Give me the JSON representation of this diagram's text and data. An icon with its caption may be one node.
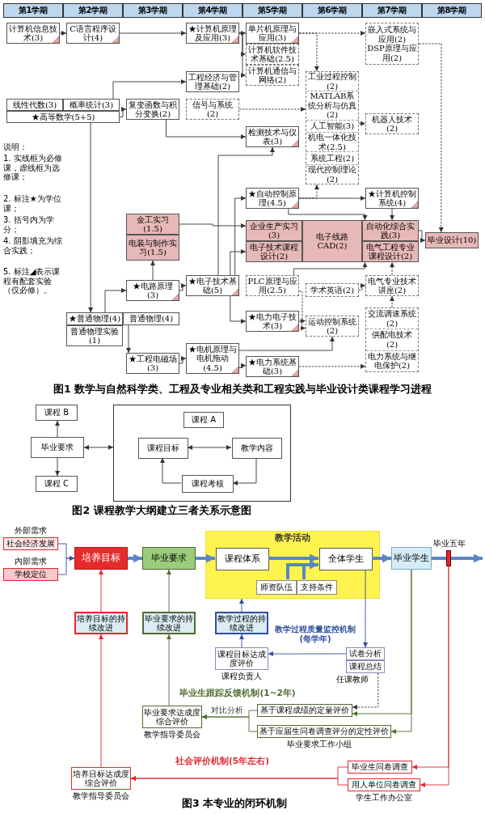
{
  "diagram": {
    "nodes": [
      {
        "text": [
          "第1学期"
        ]
      },
      {
        "text": [
          "第2学期"
        ]
      },
      {
        "text": [
          "第3学期"
        ]
      },
      {
        "text": [
          "第4学期"
        ]
      },
      {
        "text": [
          "第5学期"
        ]
      },
      {
        "text": [
          "第6学期"
        ]
      },
      {
        "text": [
          "第7学期"
        ]
      },
      {
        "text": [
          "第8学期"
        ]
      },
      {
        "text": [
          "计算机信息技术(3)"
        ]
      },
      {
        "text": [
          "C语言程序设计(4)"
        ]
      },
      {
        "text": [
          "★计算机原理及应用(3)"
        ]
      },
      {
        "text": [
          "单片机原理与应用(3)"
        ]
      },
      {
        "text": [
          "计算机软件技术基础(2.5)"
        ]
      },
      {
        "text": [
          "计算机通信与网络(2)"
        ]
      },
      {
        "text": [
          "嵌入式系统与应用(2)",
          "DSP原理与应用(2)"
        ]
      },
      {
        "text": [
          "工程经济与管理基础(2)"
        ]
      },
      {
        "text": [
          "线性代数(3)"
        ]
      },
      {
        "text": [
          "概率统计(3)"
        ]
      },
      {
        "text": [
          "★高等数学(5+5)"
        ]
      },
      {
        "text": [
          "复变函数与积分变换(2)"
        ]
      },
      {
        "text": [
          "信号与系统(2)"
        ]
      },
      {
        "text": [
          "工业过程控制(2)",
          "MATLAB系统分析与仿真(2)",
          "人工智能(3)",
          "机电一体化技术(2.5)",
          "系统工程(2)",
          "现代控制理论(2)"
        ]
      },
      {
        "text": [
          "机器人技术(2)"
        ]
      },
      {
        "text": [
          "检测技术与仪表(3)"
        ]
      },
      {
        "text": [
          "★自动控制原理(4.5)"
        ]
      },
      {
        "text": [
          "★计算机控制系统(4)"
        ]
      },
      {
        "text": [
          "金工实习(1.5)"
        ]
      },
      {
        "text": [
          "电装与制作实习(1.5)"
        ]
      },
      {
        "text": [
          "企业生产实习(3)"
        ]
      },
      {
        "text": [
          "电子技术课程设计(2)"
        ]
      },
      {
        "text": [
          "电子线路CAD(2)"
        ]
      },
      {
        "text": [
          "自动化综合实践(3)"
        ]
      },
      {
        "text": [
          "电气工程专业课程设计(2)"
        ]
      },
      {
        "text": [
          "毕业设计(10)"
        ]
      },
      {
        "text": [
          "★电子技术基础(5)"
        ]
      },
      {
        "text": [
          "PLC原理与应用(2.5)"
        ]
      },
      {
        "text": [
          "学术英语(2)"
        ]
      },
      {
        "text": [
          "电气专业技术讲座(2)"
        ]
      },
      {
        "text": [
          "★电路原理(3)"
        ]
      },
      {
        "text": [
          "★普通物理(4)"
        ]
      },
      {
        "text": [
          "普通物理(4)"
        ]
      },
      {
        "text": [
          "普通物理实验(1)"
        ]
      },
      {
        "text": [
          "★电力电子技术(3)"
        ]
      },
      {
        "text": [
          "运动控制系统(2)"
        ]
      },
      {
        "text": [
          "交流调速系统(2)",
          "供配电技术(2)",
          "电力系统与继电保护(2)"
        ]
      },
      {
        "text": [
          "★工程电磁场(3)"
        ]
      },
      {
        "text": [
          "★电机原理与电机拖动(4.5)"
        ]
      },
      {
        "text": [
          "★电力系统基础(3)"
        ]
      },
      {
        "text": [
          "课程 B"
        ]
      },
      {
        "text": [
          "毕业要求"
        ]
      },
      {
        "text": [
          "课程 C"
        ]
      },
      {
        "text": [],
        "shape": "box"
      },
      {
        "text": [
          "课程 A"
        ],
        "in": 51
      },
      {
        "text": [
          "课程目标"
        ],
        "in": 51
      },
      {
        "text": [
          "教学内容"
        ],
        "in": 51
      },
      {
        "text": [
          "课程考核"
        ],
        "in": 51
      },
      {
        "text": [
          "社会经济发展"
        ],
        "beside": [
          "外部需求"
        ]
      },
      {
        "text": [
          "学校定位"
        ],
        "beside": [
          "内部需求"
        ]
      },
      {
        "text": [
          "培养目标"
        ]
      },
      {
        "text": [
          "毕业要求"
        ]
      },
      {
        "text": [
          "教学活动"
        ]
      },
      {
        "text": [
          "课程体系"
        ],
        "in": 60
      },
      {
        "text": [
          "全体学生"
        ],
        "in": 60
      },
      {
        "text": [
          "师资队伍"
        ],
        "in": 60
      },
      {
        "text": [
          "支持条件"
        ],
        "in": 60
      },
      {
        "text": [
          "毕业学生"
        ]
      },
      {
        "text": [],
        "shape": "bar",
        "beside": [
          "毕业五年"
        ]
      },
      {
        "text": [
          "培养目标的持续改进"
        ]
      },
      {
        "text": [
          "毕业要求的持续改进"
        ]
      },
      {
        "text": [
          "教学过程的持续改进"
        ]
      },
      {
        "text": [
          "课程目标达成度评价"
        ],
        "beside": [
          "课程负责人"
        ]
      },
      {
        "text": [
          "试卷分析"
        ]
      },
      {
        "text": [
          "课程总结"
        ],
        "beside": [
          "任课教师"
        ]
      },
      {
        "text": [
          "基于课程成绩的定量评价"
        ]
      },
      {
        "text": [
          "基于应届生问卷调查评分的定性评价"
        ],
        "beside": [
          "毕业要求工作小组"
        ]
      },
      {
        "text": [
          "毕业要求达成度综合评价"
        ],
        "beside": [
          "教学指导委员会"
        ]
      },
      {
        "text": [
          "毕业生问卷调查"
        ]
      },
      {
        "text": [
          "用人单位问卷调查"
        ],
        "beside": [
          "学生工作办公室"
        ]
      },
      {
        "text": [
          "培养目标达成度综合评价"
        ],
        "beside": [
          "教学指导委员会"
        ]
      }
    ],
    "edges": [
      {
        "from": 8,
        "to": 9,
        "arrow": "to"
      },
      {
        "from": 9,
        "to": 10,
        "arrow": "to"
      },
      {
        "from": 10,
        "to": 11,
        "arrow": "to"
      },
      {
        "from": 10,
        "to": 12,
        "arrow": "to"
      },
      {
        "from": 10,
        "to": 13,
        "arrow": "to"
      },
      {
        "from": 11,
        "to": 14,
        "arrow": "to",
        "style": "dashed"
      },
      {
        "from": 11,
        "to": 21,
        "arrow": "to",
        "style": "dashed"
      },
      {
        "from": 17,
        "to": 15,
        "arrow": "to"
      },
      {
        "from": 18,
        "to": 19,
        "arrow": "to"
      },
      {
        "from": 20,
        "to": 21,
        "arrow": "to",
        "style": "dashed"
      },
      {
        "from": 19,
        "to": 23,
        "arrow": "to"
      },
      {
        "from": 18,
        "to": 39,
        "arrow": "to"
      },
      {
        "from": 21,
        "to": 22,
        "arrow": "to",
        "style": "dashed"
      },
      {
        "from": 14,
        "to": 33,
        "arrow": "to",
        "style": "dashed"
      },
      {
        "from": 24,
        "to": 21,
        "arrow": "to",
        "style": "dashed"
      },
      {
        "from": 24,
        "to": 25,
        "arrow": "to"
      },
      {
        "from": 24,
        "to": 31,
        "arrow": "to"
      },
      {
        "from": 25,
        "to": 31,
        "arrow": "to"
      },
      {
        "from": 26,
        "to": 28,
        "arrow": "to"
      },
      {
        "from": 31,
        "to": 33,
        "arrow": "to"
      },
      {
        "from": 38,
        "to": 27,
        "arrow": "to"
      },
      {
        "from": 38,
        "to": 34,
        "arrow": "to"
      },
      {
        "from": 39,
        "to": 38,
        "arrow": "to"
      },
      {
        "from": 40,
        "to": 45,
        "arrow": "to"
      },
      {
        "from": 34,
        "to": 29,
        "arrow": "to"
      },
      {
        "from": 34,
        "to": 23,
        "arrow": "to"
      },
      {
        "from": 34,
        "to": 24,
        "arrow": "to"
      },
      {
        "from": 34,
        "to": 42,
        "arrow": "to"
      },
      {
        "from": 35,
        "to": 32,
        "arrow": "to"
      },
      {
        "from": 35,
        "to": 43,
        "arrow": "to",
        "style": "dashed"
      },
      {
        "from": 42,
        "to": 43,
        "arrow": "to",
        "style": "dashed"
      },
      {
        "from": 36,
        "to": 37,
        "arrow": "to",
        "style": "dashed"
      },
      {
        "from": 37,
        "to": 32,
        "arrow": "to",
        "style": "dashed"
      },
      {
        "from": 44,
        "to": 37,
        "arrow": "to",
        "style": "dashed"
      },
      {
        "from": 45,
        "to": 46,
        "arrow": "to"
      },
      {
        "from": 46,
        "to": 43,
        "arrow": "to"
      },
      {
        "from": 46,
        "to": 47,
        "arrow": "to"
      },
      {
        "from": 47,
        "to": 44,
        "arrow": "to",
        "style": "dashed"
      },
      {
        "from": 49,
        "to": 48,
        "arrow": "to"
      },
      {
        "from": 49,
        "to": 50,
        "arrow": "to"
      },
      {
        "from": 49,
        "to": 51,
        "arrow": "both"
      },
      {
        "from": 53,
        "to": 54,
        "arrow": "both"
      },
      {
        "from": 54,
        "to": 55,
        "arrow": "to"
      },
      {
        "from": 55,
        "to": 53,
        "arrow": "to"
      },
      {
        "from": 56,
        "to": 58,
        "arrow": "to",
        "color": "#2f4f9e"
      },
      {
        "from": 57,
        "to": 58,
        "arrow": "to",
        "color": "#2f4f9e"
      },
      {
        "from": 58,
        "to": 59,
        "arrow": "to",
        "style": "thick",
        "color": "#5b86c5"
      },
      {
        "from": 59,
        "to": 61,
        "arrow": "to",
        "style": "thick",
        "color": "#5b86c5"
      },
      {
        "from": 61,
        "to": 62,
        "arrow": "to",
        "style": "thick",
        "color": "#5b86c5"
      },
      {
        "from": 63,
        "to": 62,
        "arrow": "to",
        "style": "thick",
        "color": "#5b86c5"
      },
      {
        "from": 64,
        "to": 62,
        "arrow": "to",
        "style": "thick",
        "color": "#5b86c5"
      },
      {
        "from": 62,
        "to": 65,
        "arrow": "to",
        "style": "thick",
        "color": "#5b86c5"
      },
      {
        "from": 65,
        "to": 66,
        "arrow": "none",
        "style": "thick",
        "color": "#5b86c5"
      },
      {
        "from": 66,
        "to": null,
        "arrow": "to",
        "style": "thick",
        "color": "#5b86c5"
      },
      {
        "from": 67,
        "to": 58,
        "arrow": "to",
        "color": "#e0262e"
      },
      {
        "from": 68,
        "to": 59,
        "arrow": "to",
        "color": "#4e6b2e"
      },
      {
        "from": 69,
        "to": 60,
        "arrow": "to",
        "color": "#2f4f9e"
      },
      {
        "from": 70,
        "to": 69,
        "arrow": "to",
        "color": "#2f4f9e"
      },
      {
        "from": 62,
        "to": 71,
        "arrow": "to",
        "color": "#2f4f9e"
      },
      {
        "from": 71,
        "to": 70,
        "label": "教学过程质量监控机制 (每学年)",
        "arrow": "to",
        "color": "#2f4f9e"
      },
      {
        "from": 72,
        "to": 73,
        "arrow": "to",
        "style": "dashed"
      },
      {
        "from": 65,
        "to": 73,
        "arrow": "to",
        "color": "#4e6b2e"
      },
      {
        "from": 65,
        "to": 74,
        "arrow": "to",
        "color": "#4e6b2e"
      },
      {
        "from": 73,
        "to": 75,
        "label": "对比分析",
        "arrow": "to",
        "color": "#4e6b2e"
      },
      {
        "from": 74,
        "to": 75,
        "arrow": "to",
        "color": "#4e6b2e"
      },
      {
        "from": 75,
        "to": 68,
        "label": "毕业生跟踪反馈机制(1~2年)",
        "arrow": "to",
        "color": "#4e6b2e"
      },
      {
        "from": 66,
        "to": 76,
        "arrow": "to",
        "color": "#e0262e"
      },
      {
        "from": 66,
        "to": 77,
        "arrow": "to",
        "color": "#e0262e"
      },
      {
        "from": 76,
        "to": 78,
        "label": "社会评价机制(5年左右)",
        "arrow": "to",
        "color": "#e0262e"
      },
      {
        "from": 77,
        "to": 78,
        "arrow": "to",
        "color": "#e0262e"
      },
      {
        "from": 78,
        "to": 67,
        "arrow": "to",
        "color": "#e0262e"
      }
    ],
    "labels": [
      "说明：",
      "1. 实线框为必修课，虚线框为选修课；",
      "2. 标注★为学位课；",
      "3. 括号内为学分；",
      "4. 阴影填充为综合实践；",
      "5. 标注◢表示课程有配套实验（仅必修）。",
      "图1 数学与自然科学类、工程及专业相关类和工程实践与毕业设计类课程学习进程",
      "图2 课程教学大纲建立三者关系示意图",
      "图3 本专业的闭环机制"
    ]
  }
}
